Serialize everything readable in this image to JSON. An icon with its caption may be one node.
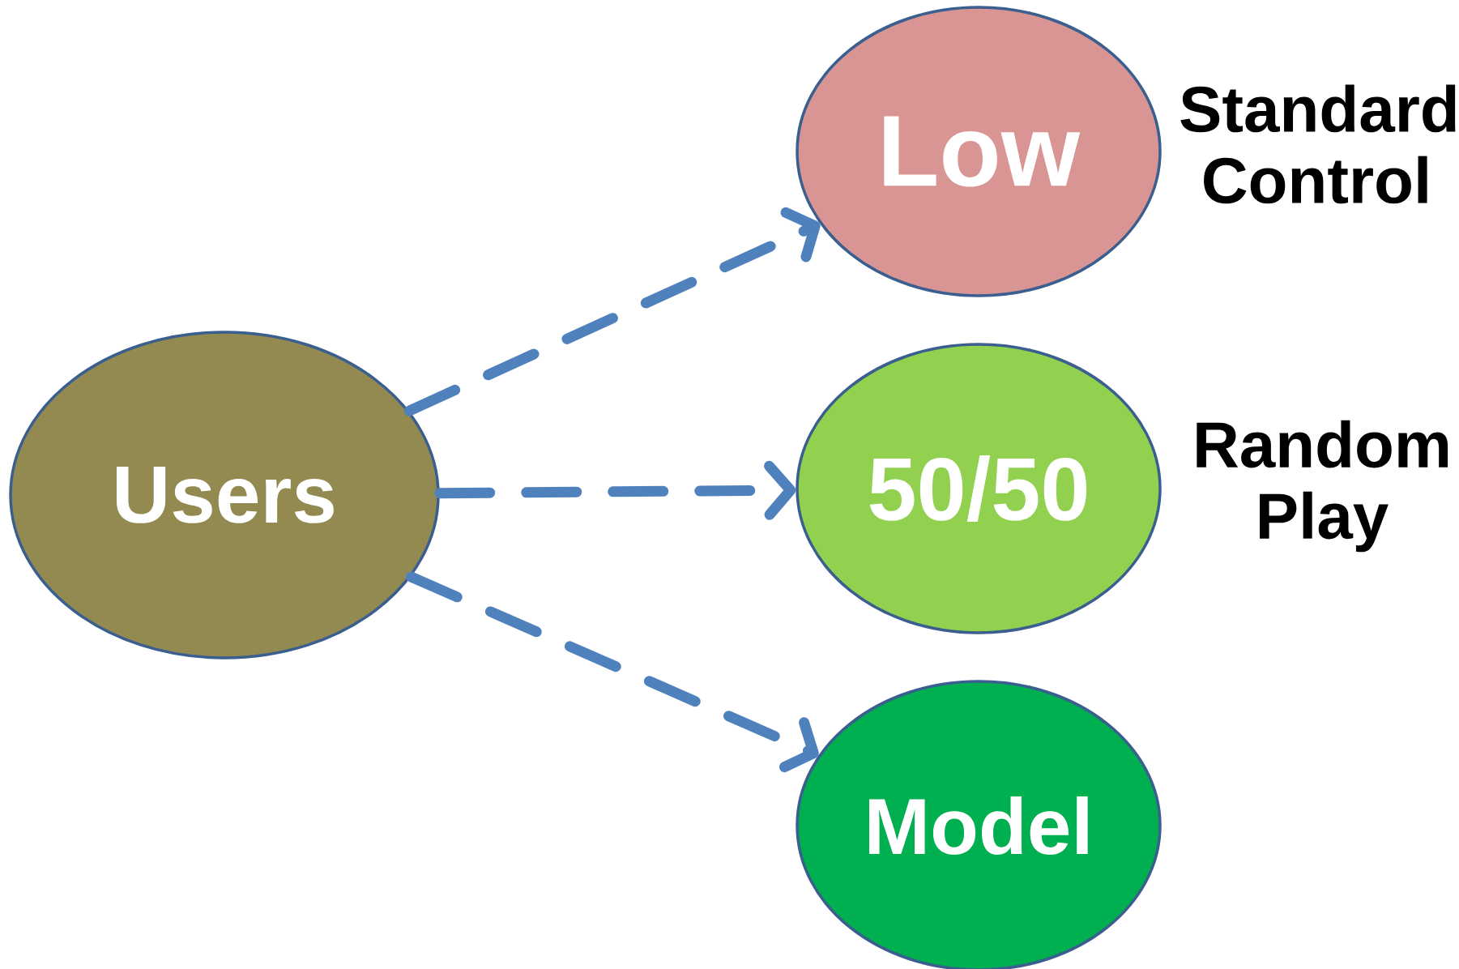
{
  "diagram": {
    "nodes": [
      {
        "text": [
          "Users"
        ]
      },
      {
        "text": [
          "Low"
        ],
        "beside": [
          "Standard Control"
        ]
      },
      {
        "text": [
          "50/50"
        ],
        "beside": [
          "Random Play"
        ]
      },
      {
        "text": [
          "Model"
        ]
      }
    ],
    "edges": [
      {
        "from": 0,
        "to": 1,
        "arrow": "to",
        "style": "dashed"
      },
      {
        "from": 0,
        "to": 2,
        "arrow": "to",
        "style": "dashed"
      },
      {
        "from": 0,
        "to": 3,
        "arrow": "to",
        "style": "dashed"
      }
    ]
  }
}
